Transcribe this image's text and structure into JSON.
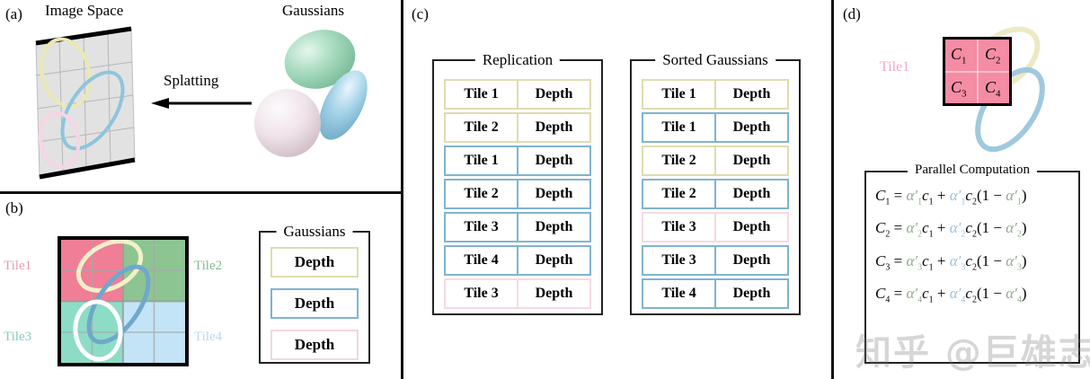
{
  "figure": {
    "panels": [
      {
        "id": "a",
        "label": "(a)"
      },
      {
        "id": "b",
        "label": "(b)"
      },
      {
        "id": "c",
        "label": "(c)"
      },
      {
        "id": "d",
        "label": "(d)"
      }
    ]
  },
  "panel_a": {
    "label": "(a)",
    "image_space_title": "Image Space",
    "gaussians_title": "Gaussians",
    "arrow_label": "Splatting",
    "ellipses": [
      {
        "name": "yellow-ellipse",
        "color": "#ecebb8"
      },
      {
        "name": "blue-ellipse",
        "color": "#8fc3dc"
      },
      {
        "name": "pink-ellipse",
        "color": "#f6d2e2"
      }
    ],
    "blobs": [
      {
        "name": "green-gaussian",
        "color": "#a8d8bf"
      },
      {
        "name": "blue-gaussian",
        "color": "#a9d2e6"
      },
      {
        "name": "pink-gaussian",
        "color": "#f0e2e8"
      }
    ]
  },
  "panel_b": {
    "label": "(b)",
    "tiles": [
      {
        "name": "Tile1",
        "color": "#ef7e96",
        "label_color": "#e79aae"
      },
      {
        "name": "Tile2",
        "color": "#8cc492",
        "label_color": "#87b98d"
      },
      {
        "name": "Tile3",
        "color": "#8ddcc6",
        "label_color": "#87cbbb"
      },
      {
        "name": "Tile4",
        "color": "#c3e4f7",
        "label_color": "#b6d9ef"
      }
    ],
    "legend": {
      "title": "Gaussians",
      "rows": [
        {
          "label": "Depth",
          "border": "#dedcb0"
        },
        {
          "label": "Depth",
          "border": "#7fb4cf"
        },
        {
          "label": "Depth",
          "border": "#f3d4e4"
        }
      ]
    }
  },
  "panel_c": {
    "label": "(c)",
    "replication": {
      "title": "Replication",
      "columns": [
        "Tile",
        "Depth"
      ],
      "rows": [
        {
          "tile": "Tile 1",
          "depth": "Depth",
          "border": "#dedcb0"
        },
        {
          "tile": "Tile 2",
          "depth": "Depth",
          "border": "#dedcb0"
        },
        {
          "tile": "Tile 1",
          "depth": "Depth",
          "border": "#7fb4cf"
        },
        {
          "tile": "Tile 2",
          "depth": "Depth",
          "border": "#7fb4cf"
        },
        {
          "tile": "Tile 3",
          "depth": "Depth",
          "border": "#7fb4cf"
        },
        {
          "tile": "Tile 4",
          "depth": "Depth",
          "border": "#7fb4cf"
        },
        {
          "tile": "Tile 3",
          "depth": "Depth",
          "border": "#f6d9e7"
        }
      ]
    },
    "sorted": {
      "title": "Sorted Gaussians",
      "columns": [
        "Tile",
        "Depth"
      ],
      "rows": [
        {
          "tile": "Tile 1",
          "depth": "Depth",
          "border": "#dedcb0"
        },
        {
          "tile": "Tile 1",
          "depth": "Depth",
          "border": "#7fb4cf"
        },
        {
          "tile": "Tile 2",
          "depth": "Depth",
          "border": "#dedcb0"
        },
        {
          "tile": "Tile 2",
          "depth": "Depth",
          "border": "#7fb4cf"
        },
        {
          "tile": "Tile 3",
          "depth": "Depth",
          "border": "#f6d9e7"
        },
        {
          "tile": "Tile 3",
          "depth": "Depth",
          "border": "#7fb4cf"
        },
        {
          "tile": "Tile 4",
          "depth": "Depth",
          "border": "#7fb4cf"
        }
      ]
    }
  },
  "panel_d": {
    "label": "(d)",
    "tile_label": "Tile1",
    "tile_color": "#f48ca4",
    "cells": [
      "C1",
      "C2",
      "C3",
      "C4"
    ],
    "equation_box_title": "Parallel Computation",
    "equations": [
      {
        "lhs": "C",
        "lhs_sub": "1",
        "alpha_sub": "1"
      },
      {
        "lhs": "C",
        "lhs_sub": "2",
        "alpha_sub": "2"
      },
      {
        "lhs": "C",
        "lhs_sub": "3",
        "alpha_sub": "3"
      },
      {
        "lhs": "C",
        "lhs_sub": "4",
        "alpha_sub": "4"
      }
    ],
    "equation_template": "C_i = a'_i c_1 + a'_i c_2 (1 - a'_i)",
    "alpha_color_1": "#8fae8b",
    "alpha_color_2": "#9dc2d8"
  },
  "watermark": {
    "text": "知乎 @巨雄志"
  }
}
